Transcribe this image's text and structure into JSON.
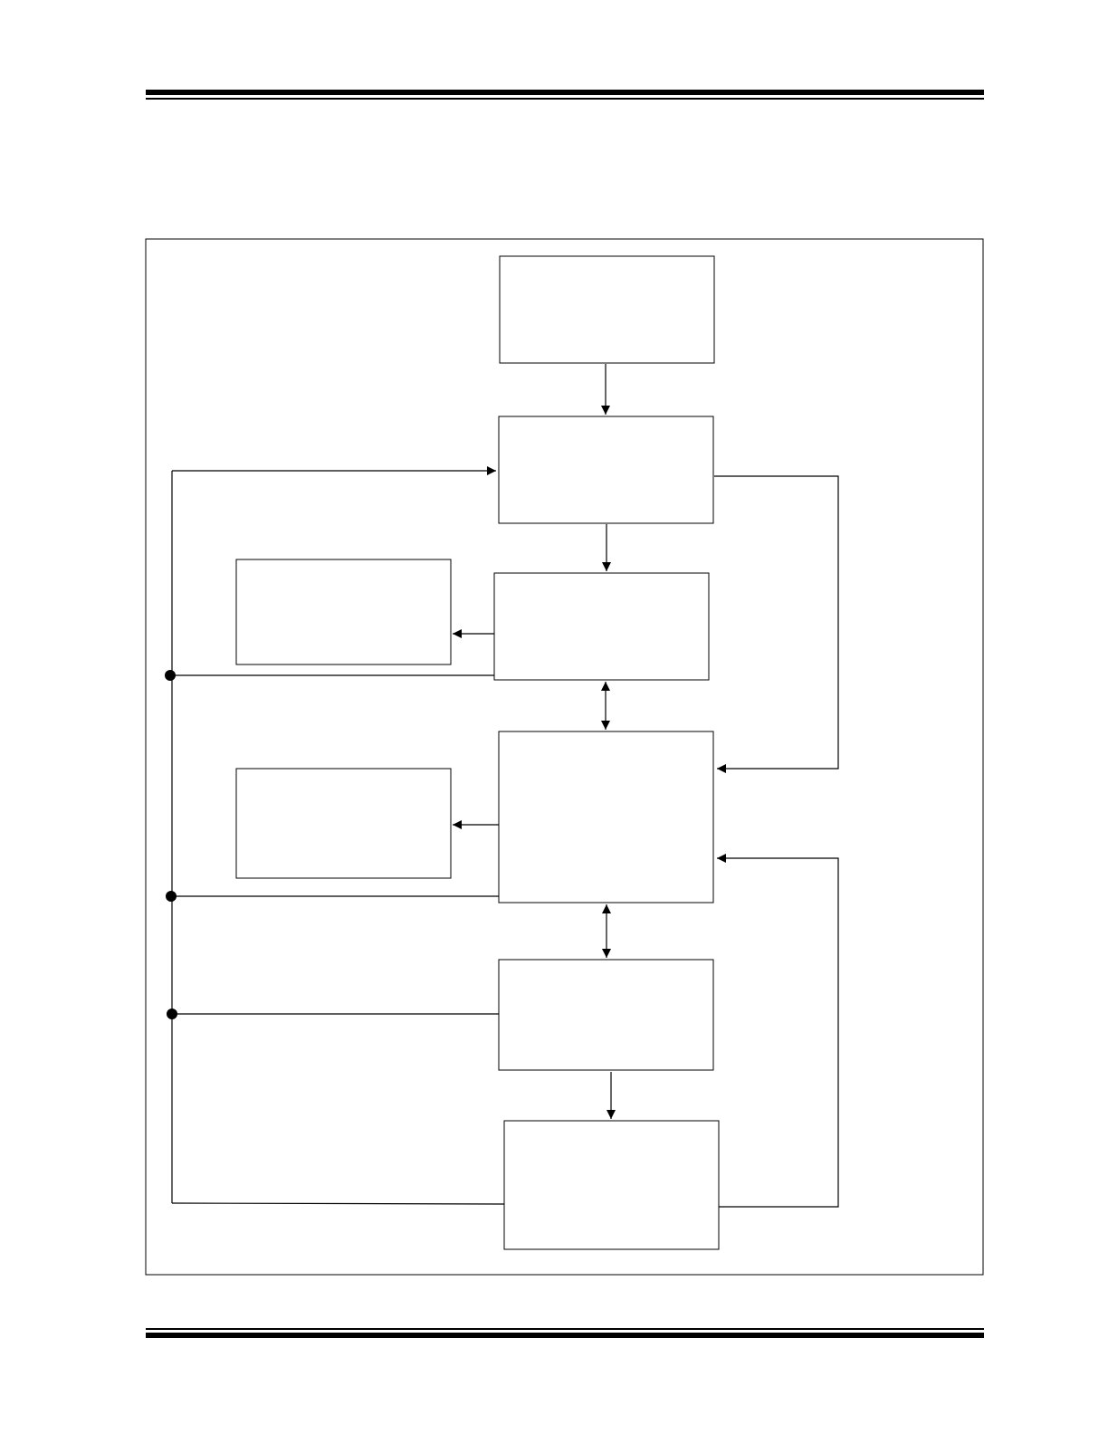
{
  "page": {
    "background_color": "#ffffff",
    "ink_color": "#000000"
  },
  "diagram": {
    "type": "flowchart",
    "blocks": [
      {
        "id": "block-1",
        "text": ""
      },
      {
        "id": "block-2",
        "text": ""
      },
      {
        "id": "block-3",
        "text": ""
      },
      {
        "id": "block-4",
        "text": ""
      },
      {
        "id": "block-5",
        "text": ""
      },
      {
        "id": "block-6",
        "text": ""
      },
      {
        "id": "block-7",
        "text": ""
      },
      {
        "id": "block-8",
        "text": ""
      }
    ]
  }
}
